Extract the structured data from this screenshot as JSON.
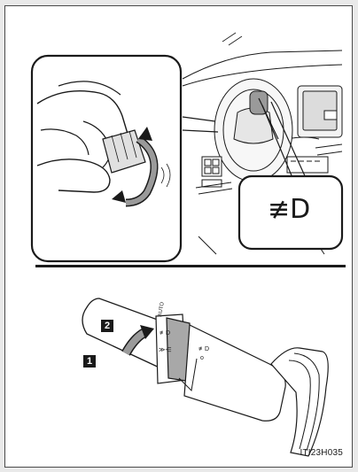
{
  "figure": {
    "fog_symbol": "≢D",
    "switch_labels": {
      "auto": "AUTO",
      "headlight_symbol": "≢D",
      "parking_symbol": "≫⋲",
      "off": "o"
    },
    "step_1": "1",
    "step_2": "2",
    "figure_code": "ITI23H035"
  }
}
